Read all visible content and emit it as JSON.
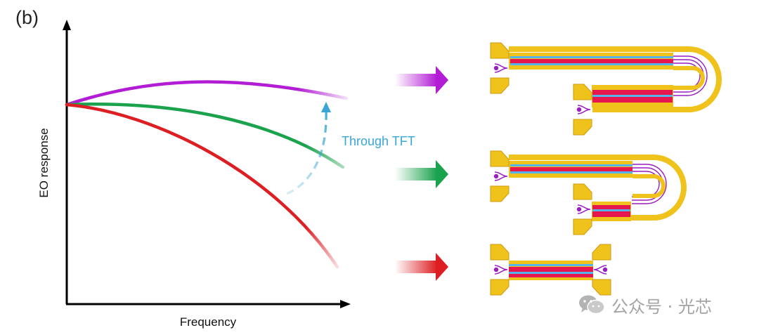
{
  "figure": {
    "panel_label": "(b)",
    "ylabel": "EO response",
    "xlabel": "Frequency",
    "annotation": "Through TFT"
  },
  "colors": {
    "purple": "#b21cd4",
    "green": "#1aa24d",
    "red": "#dd1f23",
    "blue_arrow": "#3aa6d6",
    "gold": "#f0c21c",
    "gold_edge": "#cf9a10",
    "blue_band": "#55b4ec",
    "red_band": "#e5174e"
  },
  "watermark": {
    "text": "公众号 · 光芯",
    "icon": "wechat-icon"
  }
}
